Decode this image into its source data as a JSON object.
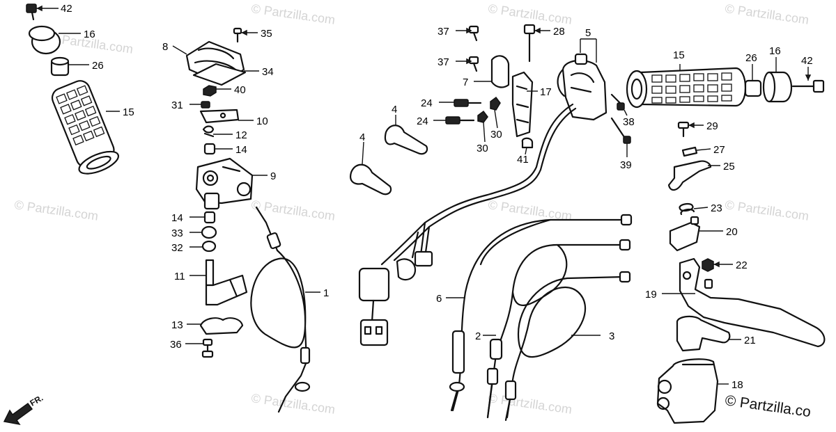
{
  "watermark": "© Partzilla.com",
  "copyright": "© Partzilla.co",
  "direction_label": "FR.",
  "callouts": [
    {
      "id": "c42a",
      "text": "42"
    },
    {
      "id": "c16a",
      "text": "16"
    },
    {
      "id": "c26a",
      "text": "26"
    },
    {
      "id": "c15a",
      "text": "15"
    },
    {
      "id": "c8",
      "text": "8"
    },
    {
      "id": "c35",
      "text": "35"
    },
    {
      "id": "c34",
      "text": "34"
    },
    {
      "id": "c40",
      "text": "40"
    },
    {
      "id": "c31",
      "text": "31"
    },
    {
      "id": "c10",
      "text": "10"
    },
    {
      "id": "c12",
      "text": "12"
    },
    {
      "id": "c14a",
      "text": "14"
    },
    {
      "id": "c9",
      "text": "9"
    },
    {
      "id": "c14b",
      "text": "14"
    },
    {
      "id": "c33",
      "text": "33"
    },
    {
      "id": "c32",
      "text": "32"
    },
    {
      "id": "c11",
      "text": "11"
    },
    {
      "id": "c13",
      "text": "13"
    },
    {
      "id": "c36",
      "text": "36"
    },
    {
      "id": "c1",
      "text": "1"
    },
    {
      "id": "c37a",
      "text": "37"
    },
    {
      "id": "c37b",
      "text": "37"
    },
    {
      "id": "c7",
      "text": "7"
    },
    {
      "id": "c28",
      "text": "28"
    },
    {
      "id": "c5",
      "text": "5"
    },
    {
      "id": "c17",
      "text": "17"
    },
    {
      "id": "c24a",
      "text": "24"
    },
    {
      "id": "c24b",
      "text": "24"
    },
    {
      "id": "c30a",
      "text": "30"
    },
    {
      "id": "c30b",
      "text": "30"
    },
    {
      "id": "c41",
      "text": "41"
    },
    {
      "id": "c4a",
      "text": "4"
    },
    {
      "id": "c4b",
      "text": "4"
    },
    {
      "id": "c6",
      "text": "6"
    },
    {
      "id": "c2",
      "text": "2"
    },
    {
      "id": "c3",
      "text": "3"
    },
    {
      "id": "c15b",
      "text": "15"
    },
    {
      "id": "c26b",
      "text": "26"
    },
    {
      "id": "c16b",
      "text": "16"
    },
    {
      "id": "c42b",
      "text": "42"
    },
    {
      "id": "c38",
      "text": "38"
    },
    {
      "id": "c39",
      "text": "39"
    },
    {
      "id": "c29",
      "text": "29"
    },
    {
      "id": "c27",
      "text": "27"
    },
    {
      "id": "c25",
      "text": "25"
    },
    {
      "id": "c23",
      "text": "23"
    },
    {
      "id": "c20",
      "text": "20"
    },
    {
      "id": "c22",
      "text": "22"
    },
    {
      "id": "c19",
      "text": "19"
    },
    {
      "id": "c21",
      "text": "21"
    },
    {
      "id": "c18",
      "text": "18"
    }
  ]
}
